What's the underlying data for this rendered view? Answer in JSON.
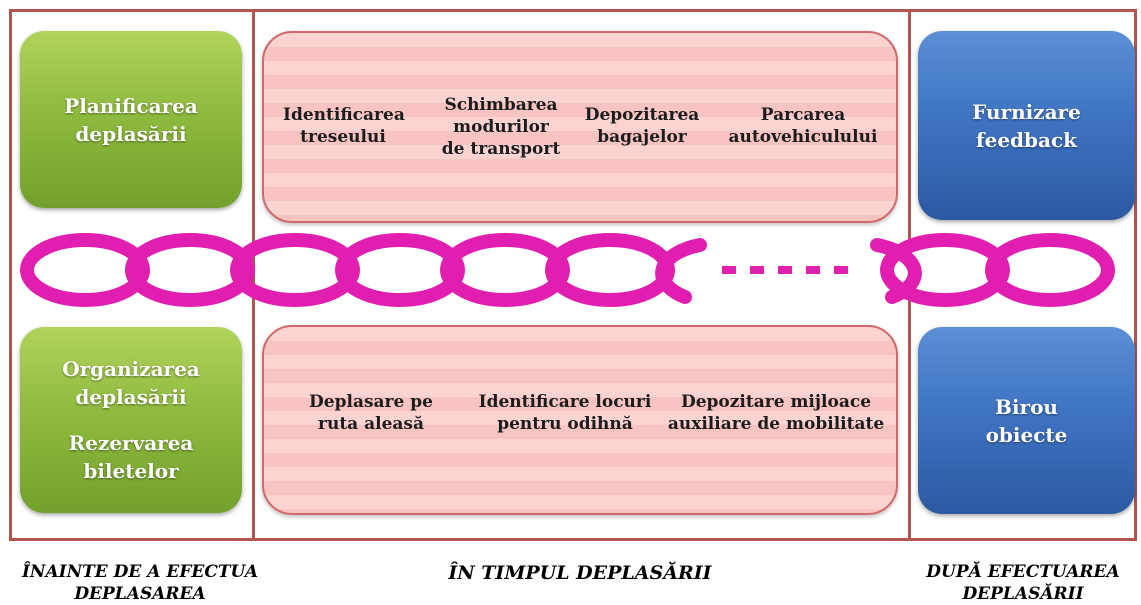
{
  "before": {
    "top_box": [
      "Planificarea",
      "deplasării"
    ],
    "bottom_box": {
      "first": [
        "Organizarea",
        "deplasării"
      ],
      "second": [
        "Rezervarea",
        "biletelor"
      ]
    },
    "footer": [
      "ÎNAINTE DE A EFECTUA",
      "DEPLASAREA"
    ]
  },
  "during": {
    "top_items": [
      [
        "Identificarea",
        "treseului"
      ],
      [
        "Schimbarea",
        "modurilor",
        "de transport"
      ],
      [
        "Depozitarea",
        "bagajelor"
      ],
      [
        "Parcarea",
        "autovehiculului"
      ]
    ],
    "bottom_items": [
      [
        "Deplasare pe",
        "ruta aleasă"
      ],
      [
        "Identificare locuri",
        "pentru odihnă"
      ],
      [
        "Depozitare mijloace",
        "auxiliare de mobilitate"
      ]
    ],
    "footer": "ÎN TIMPUL DEPLASĂRII"
  },
  "after": {
    "top_box": [
      "Furnizare",
      "feedback"
    ],
    "bottom_box": [
      "Birou",
      "obiecte"
    ],
    "footer": [
      "DUPĂ EFECTUAREA",
      "DEPLASĂRII"
    ]
  },
  "colors": {
    "frame": "#b5534f",
    "green": "#8fbb3f",
    "blue": "#3f74c2",
    "pink": "#fbd4d2",
    "chain": "#e01fb0"
  }
}
